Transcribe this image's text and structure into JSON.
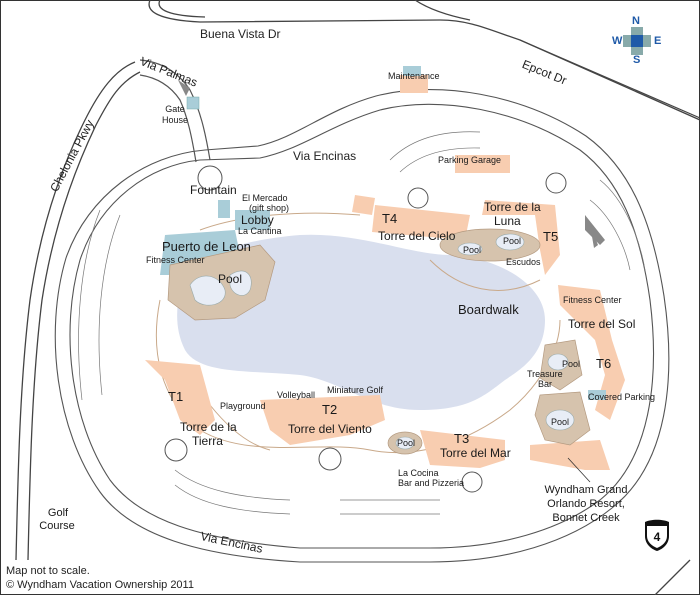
{
  "roads": {
    "buena_vista": "Buena Vista Dr",
    "epcot": "Epcot Dr",
    "via_palmas": "Via Palmas",
    "chelonia": "Chelonia Pkwy",
    "via_encinas_top": "Via Encinas",
    "via_encinas_bottom": "Via Encinas"
  },
  "places": {
    "maintenance": "Maintenance",
    "gate_house_1": "Gate",
    "gate_house_2": "House",
    "parking_garage": "Parking Garage",
    "fountain": "Fountain",
    "el_mercado_1": "El Mercado",
    "el_mercado_2": "(gift shop)",
    "lobby": "Lobby",
    "la_cantina": "La Cantina",
    "puerto_de_leon": "Puerto de Leon",
    "fitness_center_left": "Fitness Center",
    "pool_main": "Pool",
    "t4": "T4",
    "torre_cielo": "Torre del Cielo",
    "torre_luna_1": "Torre de la",
    "torre_luna_2": "Luna",
    "t5": "T5",
    "pool_t5_a": "Pool",
    "pool_t5_b": "Pool",
    "escudos": "Escudos",
    "boardwalk": "Boardwalk",
    "fitness_center_right": "Fitness Center",
    "torre_sol": "Torre del Sol",
    "pool_t6": "Pool",
    "t6": "T6",
    "treasure_bar_1": "Treasure",
    "treasure_bar_2": "Bar",
    "covered_parking": "Covered Parking",
    "pool_bottom_right": "Pool",
    "t1": "T1",
    "playground": "Playground",
    "torre_tierra_1": "Torre de la",
    "torre_tierra_2": "Tierra",
    "volleyball": "Volleyball",
    "miniature_golf": "Miniature Golf",
    "t2": "T2",
    "torre_viento": "Torre del Viento",
    "pool_t3": "Pool",
    "t3": "T3",
    "torre_mar": "Torre del Mar",
    "la_cocina_1": "La Cocina",
    "la_cocina_2": "Bar and Pizzeria",
    "wyndham_1": "Wyndham Grand",
    "wyndham_2": "Orlando Resort,",
    "wyndham_3": "Bonnet Creek",
    "golf_1": "Golf",
    "golf_2": "Course"
  },
  "compass": {
    "n": "N",
    "s": "S",
    "e": "E",
    "w": "W"
  },
  "interstate": "4",
  "footer": {
    "line1": "Map not to scale.",
    "line2": "© Wyndham Vacation Ownership 2011"
  },
  "colors": {
    "lake": "#d9dfee",
    "building": "#f8cdb0",
    "amenity": "#a9cdd8",
    "pool_deck": "#d6c3ad",
    "road_line": "#555555",
    "walkway": "#c9a98a",
    "compass": "#1f5aa8"
  }
}
